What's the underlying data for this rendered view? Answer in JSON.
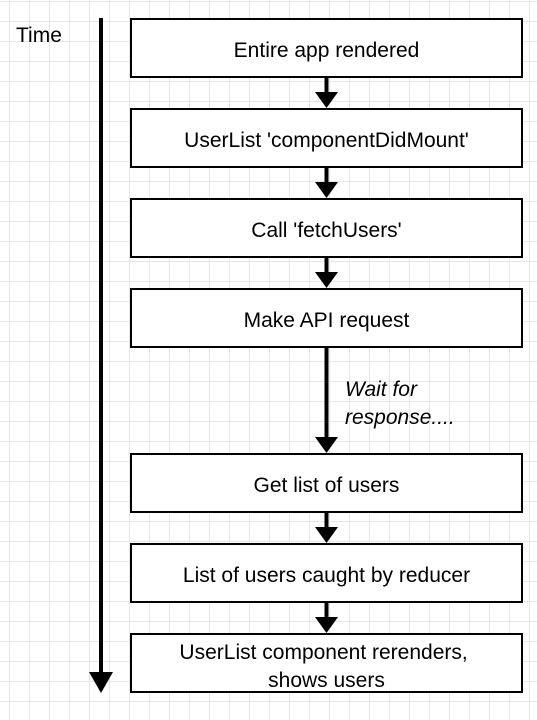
{
  "axis": {
    "label": "Time"
  },
  "steps": [
    {
      "lines": [
        "Entire app rendered"
      ]
    },
    {
      "lines": [
        "UserList 'componentDidMount'"
      ]
    },
    {
      "lines": [
        "Call 'fetchUsers'"
      ]
    },
    {
      "lines": [
        "Make API request"
      ]
    },
    {
      "lines": [
        "Get list of users"
      ]
    },
    {
      "lines": [
        "List of users caught by reducer"
      ]
    },
    {
      "lines": [
        "UserList component rerenders,",
        "shows users"
      ]
    }
  ],
  "wait_note": {
    "lines": [
      "Wait for",
      "response...."
    ]
  },
  "colors": {
    "stroke": "#000000",
    "box_fill": "#ffffff",
    "grid": "#e6e6e6"
  }
}
